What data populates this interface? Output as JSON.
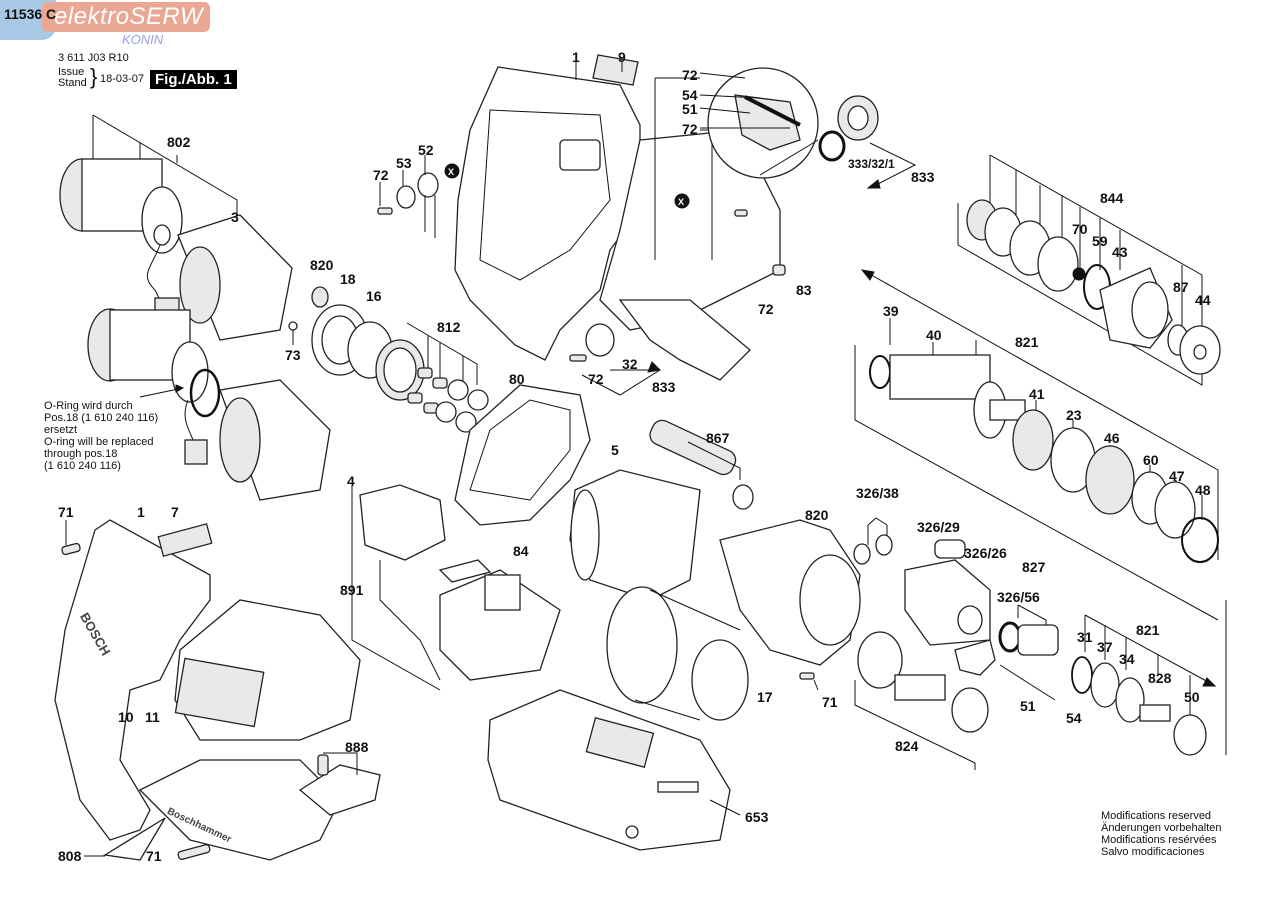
{
  "watermark": {
    "brand": "elektroSERW",
    "city": "KONIN",
    "brand_color": "#eaa894",
    "accent_color": "#a9c8e6",
    "city_color": "#9a9ee6"
  },
  "header": {
    "doc_code": "11536 C",
    "part_number": "3 611 J03 R10",
    "issue_label": "Issue",
    "stand_label": "Stand",
    "issue_date": "18-03-07",
    "figure_label": "Fig./Abb. 1"
  },
  "notes": {
    "oring_de_1": "O-Ring wird durch",
    "oring_de_2": "Pos.18 (1 610 240 116)",
    "oring_de_3": "ersetzt",
    "oring_en_1": "O-ring will be replaced",
    "oring_en_2": "through pos.18",
    "oring_en_3": "(1 610 240 116)"
  },
  "modifications": [
    "Modifications reserved",
    "Änderungen vorbehalten",
    "Modifications resérvées",
    "Salvo modificaciones"
  ],
  "callouts": {
    "c802": "802",
    "c3": "3",
    "c73": "73",
    "c820a": "820",
    "c18": "18",
    "c16": "16",
    "c812": "812",
    "c72a": "72",
    "c53": "53",
    "c52": "52",
    "c1a": "1",
    "c9": "9",
    "c72b": "72",
    "c54a": "54",
    "c51a": "51",
    "c72c": "72",
    "c333": "333/32/1",
    "c833a": "833",
    "c83": "83",
    "c72d": "72",
    "c32": "32",
    "c72e": "72",
    "c833b": "833",
    "c844": "844",
    "c70": "70",
    "c59": "59",
    "c43": "43",
    "c87": "87",
    "c44": "44",
    "c39": "39",
    "c40": "40",
    "c821a": "821",
    "c41": "41",
    "c23": "23",
    "c46": "46",
    "c60": "60",
    "c47": "47",
    "c48": "48",
    "c80": "80",
    "c5": "5",
    "c867": "867",
    "c4": "4",
    "c84": "84",
    "c891": "891",
    "c820b": "820",
    "c17": "17",
    "c71a": "71",
    "c653": "653",
    "c326_38": "326/38",
    "c326_29": "326/29",
    "c326_26": "326/26",
    "c827": "827",
    "c326_56": "326/56",
    "c824": "824",
    "c51b": "51",
    "c54b": "54",
    "c31": "31",
    "c37": "37",
    "c34": "34",
    "c821b": "821",
    "c828": "828",
    "c50": "50",
    "c71b": "71",
    "c1b": "1",
    "c7": "7",
    "c10": "10",
    "c11": "11",
    "c888": "888",
    "c808": "808",
    "c71c": "71"
  },
  "marker_x": "X",
  "housing_text": {
    "brand_on_tool": "BOSCH",
    "model_on_tool": "Boschhammer"
  }
}
